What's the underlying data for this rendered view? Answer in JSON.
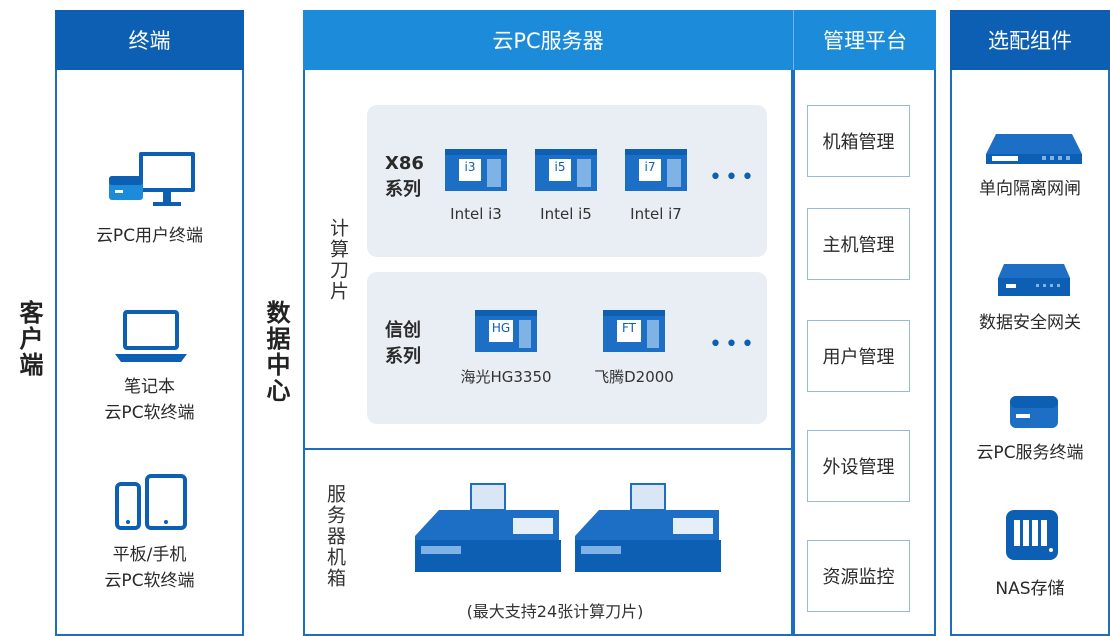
{
  "left_label": "客户端",
  "dc_label": "数据中心",
  "terminal": {
    "header": "终端",
    "items": [
      {
        "label": "云PC用户终端"
      },
      {
        "label": "笔记本\n云PC软终端"
      },
      {
        "label": "平板/手机\n云PC软终端"
      }
    ]
  },
  "server": {
    "header": "云PC服务器",
    "compute_label": "计算刀片",
    "x86": {
      "title": "X86\n系列",
      "chips": [
        {
          "badge": "i3",
          "label": "Intel i3"
        },
        {
          "badge": "i5",
          "label": "Intel i5"
        },
        {
          "badge": "i7",
          "label": "Intel i7"
        }
      ],
      "more": "•••"
    },
    "xc": {
      "title": "信创\n系列",
      "chips": [
        {
          "badge": "HG",
          "label": "海光HG3350"
        },
        {
          "badge": "FT",
          "label": "飞腾D2000"
        }
      ],
      "more": "•••"
    },
    "chassis_label": "服务器机箱",
    "chassis_caption": "(最大支持24张计算刀片)"
  },
  "mgmt": {
    "header": "管理平台",
    "items": [
      "机箱管理",
      "主机管理",
      "用户管理",
      "外设管理",
      "资源监控"
    ]
  },
  "optional": {
    "header": "选配组件",
    "items": [
      "单向隔离网闸",
      "数据安全网关",
      "云PC服务终端",
      "NAS存储"
    ]
  },
  "colors": {
    "dark": "#0d5fb3",
    "light": "#1c8bd9",
    "grey": "#e9eef4"
  }
}
